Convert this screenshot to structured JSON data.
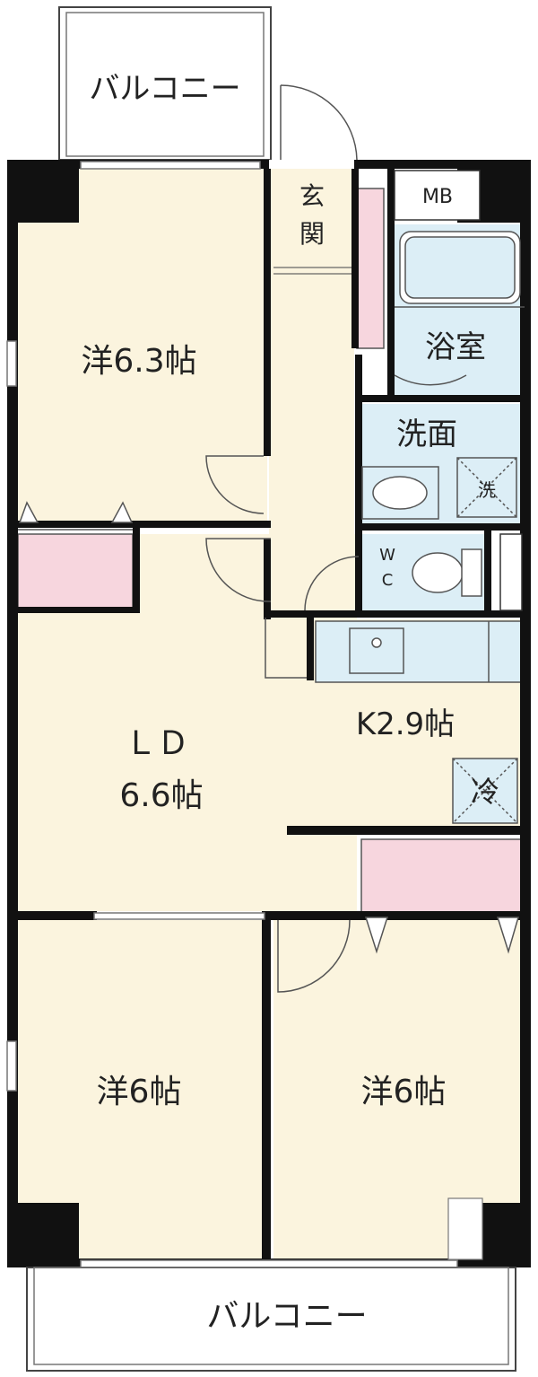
{
  "balcony_top": "バルコニー",
  "balcony_bottom": "バルコニー",
  "entrance": [
    "玄",
    "関"
  ],
  "meter_box": "MB",
  "bathroom": "浴室",
  "washroom": "洗面",
  "washer": "洗",
  "toilet": [
    "W",
    "C"
  ],
  "room_western_1": "洋6.3帖",
  "ld": [
    "ＬＤ",
    "6.6帖"
  ],
  "kitchen": "K2.9帖",
  "fridge": "冷",
  "room_western_2": "洋6帖",
  "room_western_3": "洋6帖",
  "colors": {
    "floor": "#FBF4DE",
    "wet_area": "#DCEEF6",
    "storage": "#F7D6DE",
    "wall": "#111111"
  }
}
